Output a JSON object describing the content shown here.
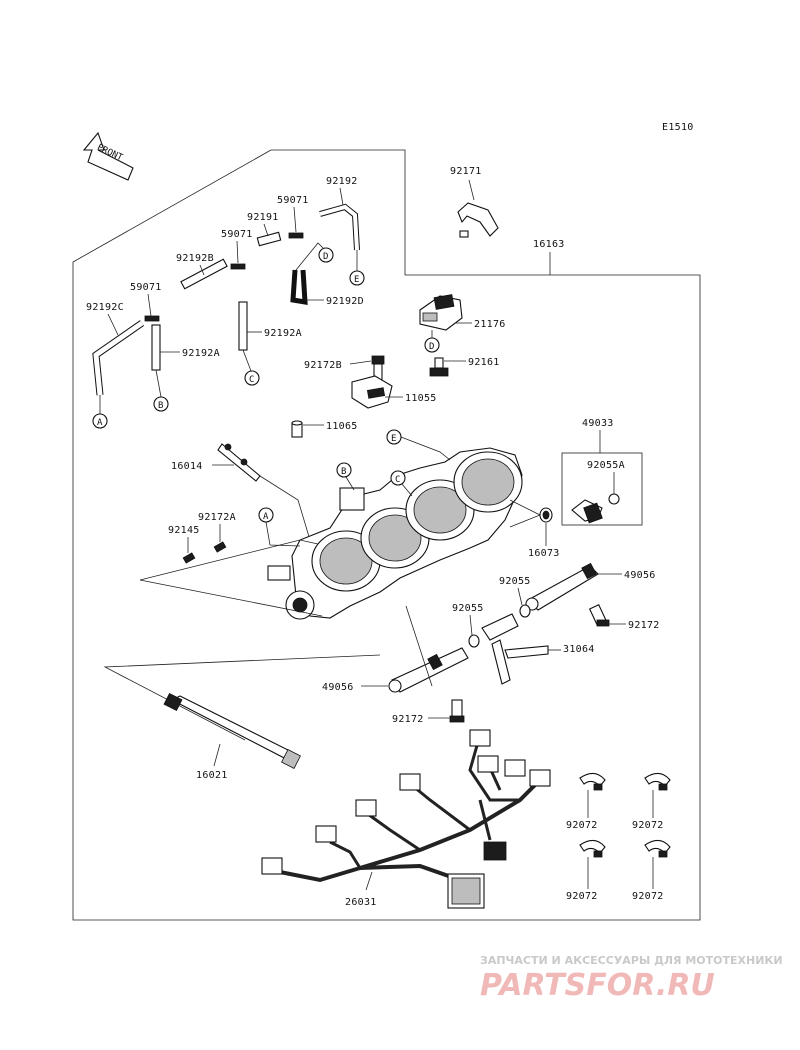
{
  "diagram_code": "E1510",
  "front_label": "FRONT",
  "part_numbers": {
    "p16163": "16163",
    "p92171": "92171",
    "p92192": "92192",
    "p59071_top": "59071",
    "p92191": "92191",
    "p59071_mid": "59071",
    "p92192B": "92192B",
    "p59071_left": "59071",
    "p92192C": "92192C",
    "p92192D": "92192D",
    "p92192A_left": "92192A",
    "p92192A_right": "92192A",
    "p21176": "21176",
    "p92172B": "92172B",
    "p92161": "92161",
    "p11055": "11055",
    "p11065": "11065",
    "p16014": "16014",
    "p49033": "49033",
    "p92055A": "92055A",
    "p92172A": "92172A",
    "p92145": "92145",
    "p16073": "16073",
    "p49056_right": "49056",
    "p92055_a": "92055",
    "p92055_b": "92055",
    "p92172_right": "92172",
    "p31064": "31064",
    "p49056_left": "49056",
    "p92172_low": "92172",
    "p16021": "16021",
    "p92072_a": "92072",
    "p92072_b": "92072",
    "p92072_c": "92072",
    "p92072_d": "92072",
    "p26031": "26031"
  },
  "ref_letters": {
    "a_tube": "A",
    "b_tube": "B",
    "c_tube": "C",
    "d_tube": "D",
    "e_tube": "E",
    "d_sensor": "D",
    "e_body": "E",
    "b_body": "B",
    "c_body": "C",
    "a_body": "A"
  },
  "watermark": {
    "line1": "ЗАПЧАСТИ И АКСЕССУАРЫ ДЛЯ МОТОТЕХНИКИ",
    "line2": "PARTSFOR.RU"
  }
}
